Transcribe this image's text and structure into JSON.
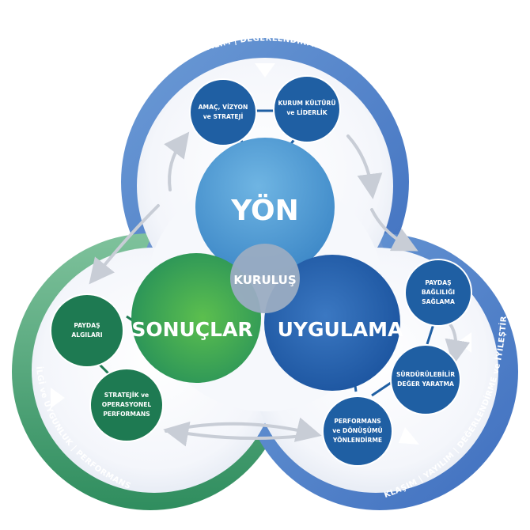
{
  "ring": {
    "top_label": "YAKLAŞIM | YAYILIM | DEĞERLENDİRME ve İYİLEŞTİRME",
    "right_label": "YAKLAŞIM | YAYILIM | DEĞERLENDİRME ve İYİLEŞTİRME",
    "left_label": "İLGİ ve UYGUNLUK | PERFORMANS"
  },
  "core": {
    "yon": "YÖN",
    "sonuclar": "SONUÇLAR",
    "uygulama": "UYGULAMA",
    "kurulus": "KURULUŞ"
  },
  "nodes": {
    "amac": [
      "AMAÇ, VİZYON",
      "ve STRATEJİ"
    ],
    "kurum": [
      "KURUM KÜLTÜRÜ",
      "ve LİDERLİK"
    ],
    "paydas_baglilik": [
      "PAYDAŞ",
      "BAĞLILIĞI",
      "SAĞLAMA"
    ],
    "surdurulebilir": [
      "SÜRDÜRÜLEBİLİR",
      "DEĞER YARATMA"
    ],
    "performans_donusum": [
      "PERFORMANS",
      "ve DÖNÜŞÜMÜ",
      "YÖNLENDİRME"
    ],
    "paydas_algilari": [
      "PAYDAŞ",
      "ALGILARI"
    ],
    "stratejik": [
      "STRATEJİK ve",
      "OPERASYONEL",
      "PERFORMANS"
    ]
  },
  "colors": {
    "ring_blue": "#5b8fd0",
    "ring_green": "#3d9a6a",
    "yon": "#4a9ad2",
    "sonuclar": "#3aa346",
    "uygulama": "#1f5fb0",
    "kurulus": "#94a8bf",
    "node_blue": "#1f5fa3",
    "node_green": "#1e7a52"
  }
}
